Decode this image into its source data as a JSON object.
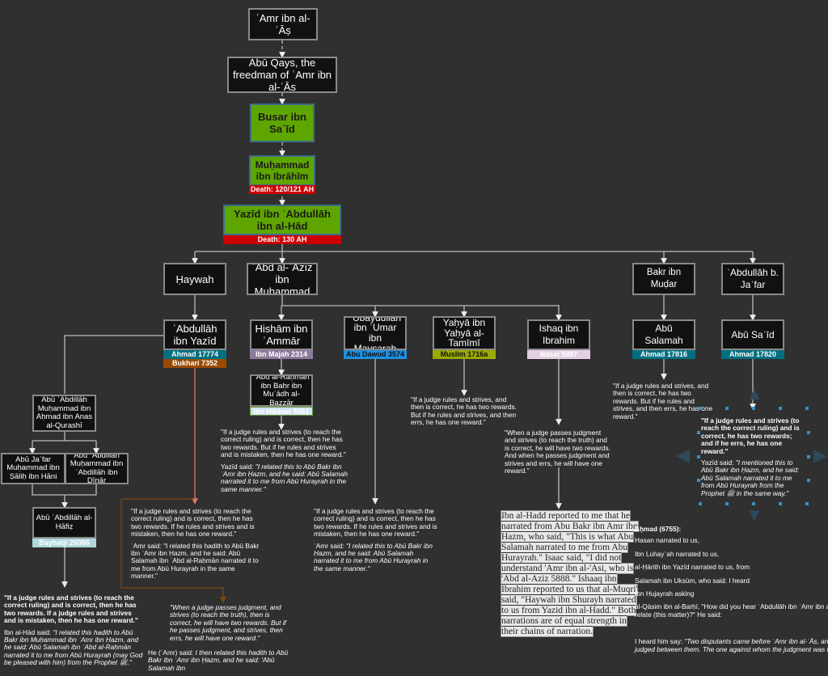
{
  "nodes": {
    "amr": "ʿAmr ibn al-ʿĀṣ",
    "abu_qays": "Abū Qays, the freedman of ʿAmr ibn al-ʿĀṣ",
    "busar": "Busar ibn Saʿīd",
    "muhammad_ibrahim": "Muḥammad ibn Ibrāhīm",
    "muhammad_death": "Death: 120/121 AH",
    "yazid": "Yazīd ibn ʿAbdullāh ibn al-Hād",
    "yazid_death": "Death: 130 AH",
    "haywah": "Ḥaywah",
    "abd_al_aziz": "ʿAbd al-ʿAzīz ibn Muḥammad",
    "bakr": "Bakr ibn Muḍar",
    "abdullah_jafar": "ʿAbdullāh b. Jaʿfar",
    "abdullah_yazid": "ʿAbdullāh ibn Yazīd",
    "hisham": "Hishām ibn ʿAmmār",
    "ubaydullah": "ʿUbaydullāh ibn ʿUmar ibn Maysarah",
    "yahya": "Yaḥyā ibn Yaḥyā al-Tamīmī",
    "ishaq": "Ishaq ibn Ibrahim",
    "abu_salamah": "Abū Salamah",
    "abu_said": "Abū Saʿīd",
    "abd_rahman_bahr": "ʿAbd al-Raḥmān ibn Baḥr ibn Muʿādh al-Bazzār",
    "qurashi": "Abū ʿAbdillāh Muḥammad ibn Aḥmad ibn Anas al-Qurashī",
    "abu_jafar": "Abū Jaʿfar Muḥammad ibn Ṣāliḥ ibn Hāni",
    "abu_abdillah_dinar": "Abū ʿAbdillāh Muḥammad ibn ʿAbdillāh ibn Dīnār",
    "hafiz": "Abū ʿAbdillāh al-Ḥāfiẓ"
  },
  "badges": {
    "ahmad_17774": "Ahmad 17774",
    "bukhari_7352": "Bukhari 7352",
    "ibn_majah_2314": "Ibn Majah 2314",
    "abu_dawud_3574": "Abu Dawud 3574",
    "muslim_1716a": "Muslim 1716a",
    "nasai_5887": "Nasai 5887",
    "ahmad_17816": "Ahmad 17816",
    "ahmad_17820": "Ahmad 17820",
    "ibn_hibban_5061": "Ibn Hibban 5061",
    "bayhaqi_20366": "Bayhaqi 20366"
  },
  "colors": {
    "background": "#303030",
    "node_green": "#5fa500",
    "death_red": "#cc0000",
    "ahmad": "#006f80",
    "bukhari": "#9a4a00",
    "ibn_majah": "#8e7a9c",
    "abu_dawud": "#1e90e0",
    "muslim": "#9aab00",
    "nasai": "#e3d0e3",
    "ibn_hibban": "#d0e2f4",
    "bayhaqi": "#b0d8dc"
  },
  "texts": {
    "bayhaqi_matn": "\"If a judge rules and strives (to reach the correct ruling) and is correct, then he has two rewards. If a judge rules and strives and is mistaken, then he has one reward.\"",
    "bayhaqi_note_prefix": "Ibn al-Hād said: ",
    "bayhaqi_note": "\"I related this hadith to Abū Bakr ibn Muḥammad ibn ʿAmr ibn Ḥazm, and he said: Abū Salamah ibn ʿAbd al-Raḥmān narrated it to me from Abū Hurayrah (may God be pleased with him) from the Prophet ﷺ.\"",
    "bukhari_matn": "\"If a judge rules and strives (to reach the correct ruling) and is correct, then he has two rewards. If he rules and strives and is mistaken, then he has one reward.\"",
    "bukhari_note": "ʿAmr said: \"I related this ḥadith to Abū Bakr ibn ʿAmr ibn Ḥazm, and he said: Abū Salamah ibn ʿAbd al-Raḥmān narrated it to me from Abū Hurayrah in the same manner.\"",
    "hibban_matn": "\"If a judge rules and strives (to reach the correct ruling) and is correct, then he has two rewards. But if he rules and strives and is mistaken, then he has one reward.\"",
    "hibban_note_prefix": "Yazīd said: ",
    "hibban_note": "\"I related this to Abū Bakr ibn ʿAmr ibn Ḥazm, and he said: Abū Salamah narrated it to me from Abū Hurayrah in the same manner.\"",
    "dawud_matn": "\"If a judge rules and strives (to reach the correct ruling) and is correct, then he has two rewards. If he rules and strives and is mistaken, then he has one reward.\"",
    "dawud_note_prefix": "ʿAmr said: ",
    "dawud_note": "\"I related this to Abū Bakr ibn Ḥazm, and he said: Abū Salamah narrated it to me from Abū Hurayrah in the same manner.\"",
    "muslim_matn": "\"If a judge rules and strives, and then is correct, he has two rewards. But if he rules and strives, and then errs, he has one reward.\"",
    "nasai_matn": "\"When a judge passes judgment and strives (to reach the truth) and is correct, he will have two rewards. And when he passes judgment and strives and errs, he will have one reward.\"",
    "nasai_note": "Ibn al-Hadd reported to me that he narrated from Abu Bakr ibn Amr ibn Hazm, who said, \"This is what Abu Salamah narrated to me from Abu Hurayrah.\" Isaac said, \"I did not understand 'Amr ibn al-'Asi, who is 'Abd al-Aziz 5888.\" Ishaaq ibn Ibrahim reported to us that al-Muqri' said, \"Haywah ibn Shurayh narrated to us from Yazid ibn al-Hadd.\" Both narrations are of equal strength in their chains of narration.",
    "ahmad17816_matn": "\"If a judge rules and strives, and then is correct, he has two rewards. But if he rules and strives, and then errs, he has one reward.\"",
    "ahmad17820_matn": "\"If a judge rules and strives (to reach the correct ruling) and is correct, he has two rewards; and if he errs, he has one reward.\"",
    "ahmad17820_note_prefix": "Yazīd said: ",
    "ahmad17820_note": "\"I mentioned this to Abū Bakr ibn Ḥazm, and he said: Abū Salamah narrated it to me from Abū Hurayrah from the Prophet ﷺ in the same way.\"",
    "haywah_matn": "\"When a judge passes judgment, and strives (to reach the truth), then is correct, he will have two rewards. But if he passes judgment, and strives, then errs, he will have one reward.\"",
    "haywah_note_prefix": "He (ʿAmr) said: ",
    "haywah_note": "I then related this hadith to Abū Bakr ibn ʿAmr ibn Ḥazm, and he said: 'Abū Salamah ibn",
    "ahmad6755_title": "Aḥmad (6755):",
    "ahmad6755_lines": [
      "Hasan narrated to us,",
      "Ibn Luhayʿah narrated to us,",
      "al-Ḥārith ibn Yazīd narrated to us, from",
      "Salamah ibn Uksūm, who said: I heard",
      "Ibn Ḥujayrah asking",
      "al-Qāsim ibn al-Barḥī, \"How did you hear ʿAbdullāh ibn ʿAmr ibn al-ʿĀṣ relate (this matter)?\" He said:"
    ],
    "ahmad6755_quote_prefix": "I heard him say: ",
    "ahmad6755_quote": "\"Two disputants came before ʿAmr ibn al-ʿĀṣ, and he judged between them. The one against whom the judgment was made"
  }
}
